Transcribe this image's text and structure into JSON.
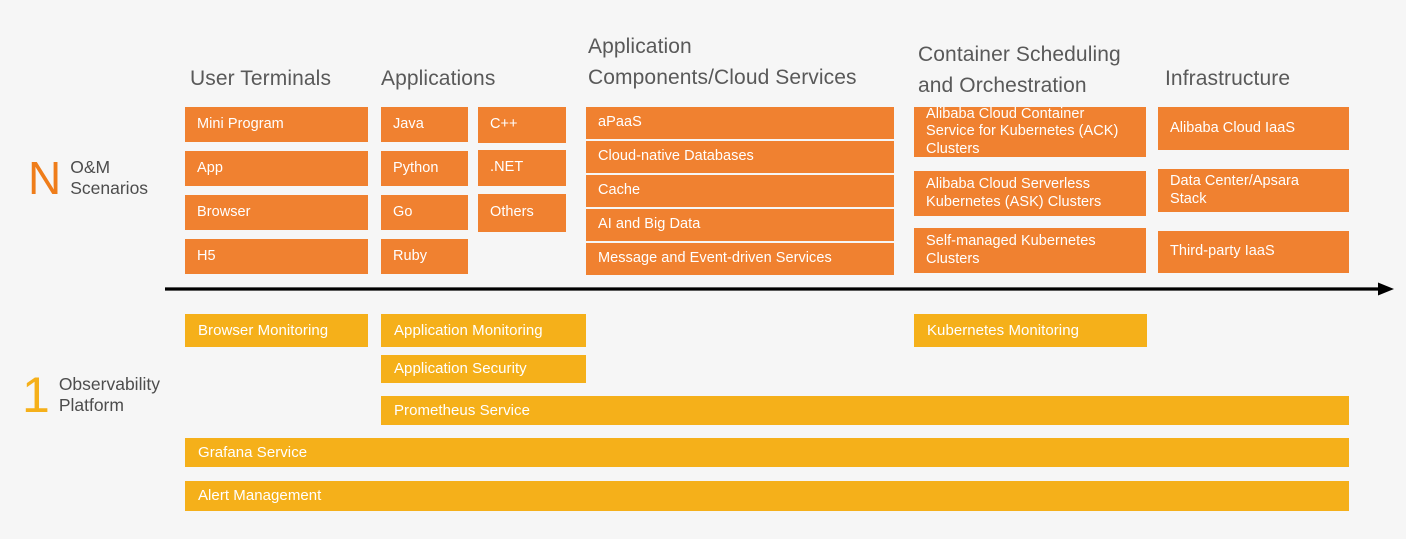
{
  "diagram": {
    "background_color": "#f6f6f6",
    "orange_color": "#f08130",
    "amber_color": "#f5b01a",
    "header_text_color": "#595959"
  },
  "sections": {
    "scenarios": {
      "glyph": "N",
      "label": "O&M\nScenarios"
    },
    "observability": {
      "glyph": "1",
      "label": "Observability\nPlatform"
    }
  },
  "columns": [
    {
      "id": "user-terminals",
      "header": "User Terminals"
    },
    {
      "id": "applications",
      "header": "Applications"
    },
    {
      "id": "app-components",
      "header": "Application\nComponents/Cloud Services"
    },
    {
      "id": "container-scheduling",
      "header": "Container Scheduling\nand Orchestration"
    },
    {
      "id": "infrastructure",
      "header": "Infrastructure"
    }
  ],
  "boxes": {
    "user_terminals": [
      "Mini Program",
      "App",
      "Browser",
      "H5"
    ],
    "applications_left": [
      "Java",
      "Python",
      "Go",
      "Ruby"
    ],
    "applications_right": [
      "C++",
      ".NET",
      "Others"
    ],
    "app_components": [
      "aPaaS",
      "Cloud-native Databases",
      "Cache",
      "AI and Big Data",
      "Message and Event-driven Services"
    ],
    "container_scheduling": [
      "Alibaba Cloud Container\nService for Kubernetes (ACK)\nClusters",
      "Alibaba Cloud Serverless\nKubernetes (ASK) Clusters",
      "Self-managed Kubernetes\nClusters"
    ],
    "infrastructure": [
      "Alibaba Cloud IaaS",
      "Data Center/Apsara\nStack",
      "Third-party IaaS"
    ]
  },
  "bars": [
    {
      "id": "browser-monitoring",
      "label": "Browser Monitoring"
    },
    {
      "id": "application-monitoring",
      "label": "Application Monitoring"
    },
    {
      "id": "kubernetes-monitoring",
      "label": "Kubernetes Monitoring"
    },
    {
      "id": "application-security",
      "label": "Application Security"
    },
    {
      "id": "prometheus-service",
      "label": "Prometheus Service"
    },
    {
      "id": "grafana-service",
      "label": "Grafana Service"
    },
    {
      "id": "alert-management",
      "label": "Alert Management"
    }
  ]
}
